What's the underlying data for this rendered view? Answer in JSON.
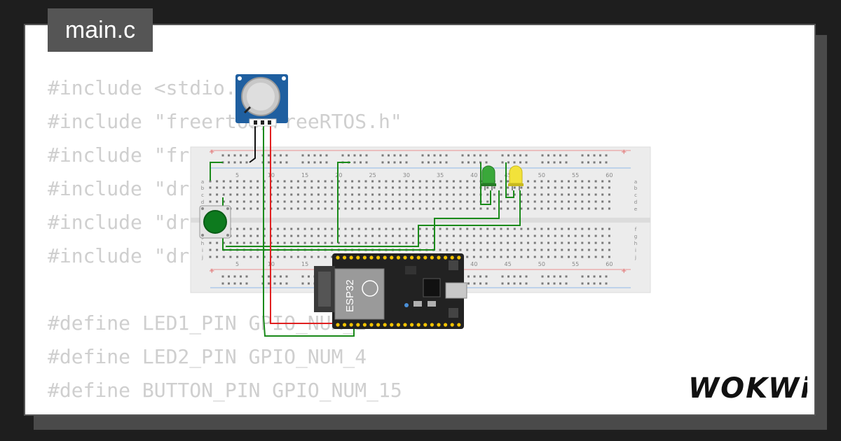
{
  "file_tab": {
    "label": "main.c"
  },
  "code_lines": [
    "#include <stdio.h>",
    "#include \"freertos/FreeRTOS.h\"",
    "#include \"freertos/task.h\"",
    "#include \"driver/gpio.h\"",
    "#include \"driver/adc.h\"",
    "#include \"driver/ledc.h\"",
    "",
    "#define LED1_PIN GPIO_NUM_2",
    "#define LED2_PIN GPIO_NUM_4",
    "#define BUTTON_PIN GPIO_NUM_15"
  ],
  "breadboard": {
    "column_numbers": [
      "5",
      "10",
      "15",
      "20",
      "25",
      "30",
      "35",
      "40",
      "45",
      "50",
      "55",
      "60"
    ],
    "row_letters_top": [
      "a",
      "b",
      "c",
      "d",
      "e"
    ],
    "row_letters_bottom": [
      "f",
      "g",
      "h",
      "i",
      "j"
    ]
  },
  "esp32": {
    "label": "ESP32"
  },
  "brand": {
    "logo_text": "WOKWi"
  },
  "colors": {
    "background": "#1e1e1e",
    "card": "#ffffff",
    "tab": "#555555",
    "code_text": "#cfcfcf",
    "wire_green": "#1a8a1a",
    "wire_red": "#e02020",
    "wire_black": "#111111",
    "pot_board": "#1f5fa0",
    "esp32_board": "#222222",
    "led_green": "#3aa83a",
    "led_yellow": "#f2e23a",
    "button_cap": "#0d7a1e"
  },
  "icons": [
    "potentiometer-icon",
    "push-button-icon",
    "green-led-icon",
    "yellow-led-icon",
    "esp32-board-icon",
    "wokwi-logo"
  ]
}
